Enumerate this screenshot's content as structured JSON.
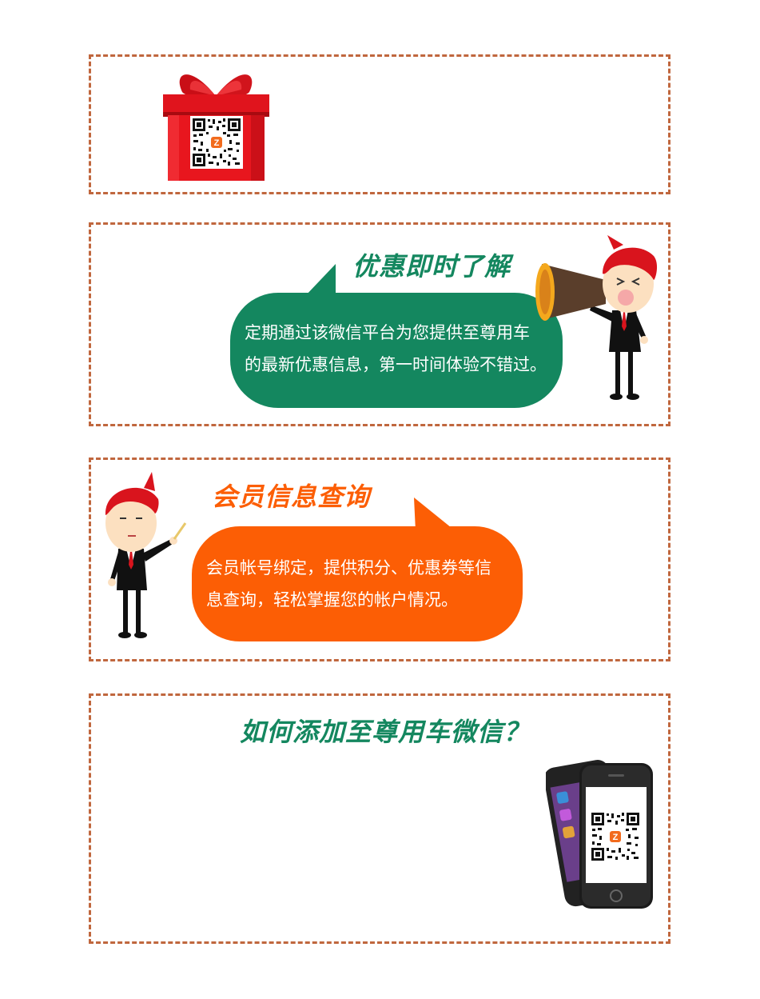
{
  "colors": {
    "dash_border": "#c0673e",
    "green": "#14875f",
    "orange": "#fc5e05",
    "gift_red": "#e5141d"
  },
  "section1": {
    "icon": "gift-box-with-qr-code"
  },
  "section2": {
    "title": "优惠即时了解",
    "line1": "定期通过该微信平台为您提供至尊用车",
    "line2": "的最新优惠信息，第一时间体验不错过。",
    "illustration": "man-with-megaphone"
  },
  "section3": {
    "title": "会员信息查询",
    "line1": "会员帐号绑定，提供积分、优惠券等信",
    "line2": "息查询，轻松掌握您的帐户情况。",
    "illustration": "man-with-pointer"
  },
  "section4": {
    "title": "如何添加至尊用车微信？",
    "illustration": "smartphones-with-qr-code"
  }
}
